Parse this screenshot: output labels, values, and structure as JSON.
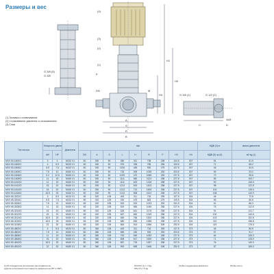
{
  "page": {
    "title": "Размеры и вес"
  },
  "drawing": {
    "dim_labels_main": [
      "(4)",
      "(3)",
      "(2)",
      "(1)",
      "H1",
      "H2",
      "H3",
      "G 3/8 (5)",
      "G 3/8",
      "DN",
      "M",
      "P",
      "A",
      "S",
      "R",
      "B",
      "C",
      "D"
    ],
    "side_labels": [
      "G 3/8 (1)",
      "G 1/2 (2)",
      "4xØ"
    ],
    "legend_lines": [
      "(1) Заливка и стравливание",
      "(2) Стравливание давления со всасыванием",
      "(3) Слив"
    ]
  },
  "table": {
    "headers": {
      "type": "Тип насоса",
      "power": "Мощность двигателя",
      "motor": "Двигатель",
      "mm": "мм",
      "mdv": "МДВ (3) кг",
      "weight": "масса двигателя",
      "kw": "kW",
      "hp": "HP",
      "dims": [
        "DN",
        "A",
        "S",
        "L",
        "H",
        "R",
        "P",
        "H3",
        "H4"
      ],
      "sub_mdv": "МДВ (5) чр (4)",
      "sub_w": "м3 kg (1)"
    },
    "rows": [
      [
        "MXV 50-1600/C",
        "3",
        "4",
        "M132 V1",
        "50",
        "300",
        "90",
        "350",
        "311",
        "738",
        "298",
        "104.5",
        "307",
        "54",
        "61.9"
      ],
      [
        "MXV 50-1800/C",
        "4",
        "5.5",
        "M132 V1",
        "50",
        "300",
        "90",
        "375",
        "336",
        "765",
        "256",
        "100.5",
        "307",
        "71",
        "65.2"
      ],
      [
        "MXV 50-1806/C",
        "5.5",
        "7.5",
        "M132 V1",
        "50",
        "300",
        "90",
        "1200",
        "459",
        "930",
        "279",
        "107.5",
        "307",
        "46",
        "64.5"
      ],
      [
        "MXV 50-1606/C",
        "7.5",
        "10",
        "M160 V1",
        "50",
        "300",
        "90",
        "733",
        "309",
        "1039",
        "253",
        "203.5",
        "307",
        "69",
        "93.2"
      ],
      [
        "MXV 50-1606/D",
        "9.2",
        "12.5",
        "M160 V1",
        "50",
        "300",
        "90",
        "1020",
        "470",
        "1069",
        "253",
        "227.5",
        "307",
        "73",
        "95.6"
      ],
      [
        "MXV 50-1608/D",
        "11",
        "15",
        "M160 V1",
        "50",
        "300",
        "90",
        "1111",
        "560",
        "1123",
        "258",
        "227.5",
        "307",
        "85",
        "100.7"
      ],
      [
        "MXV 50-1610/D",
        "11",
        "15",
        "M160 V1",
        "50",
        "300",
        "90",
        "1111",
        "619",
        "1318",
        "258",
        "227.5",
        "307",
        "90",
        "106.3"
      ],
      [
        "MXV 50-1612/D",
        "15",
        "20",
        "M160 V1",
        "50",
        "300",
        "90",
        "1212",
        "619",
        "1403",
        "258",
        "227.5",
        "307",
        "98",
        "122.8"
      ],
      [
        "MXV 50-1614/D",
        "15",
        "20",
        "M160 V1",
        "50",
        "300",
        "90",
        "1212",
        "713",
        "1509",
        "258",
        "227.5",
        "307",
        "100",
        "128.0"
      ],
      [
        "MXV 50-1616/D",
        "18.5",
        "25",
        "M160 V1",
        "50",
        "300",
        "90",
        "1212",
        "808",
        "1612",
        "258",
        "227.5",
        "307",
        "108",
        "140.9"
      ],
      [
        "MXV 65-3202/C",
        "3",
        "5.5",
        "M132 V1",
        "65",
        "320",
        "105",
        "400",
        "311",
        "718",
        "259",
        "107.5",
        "304",
        "46",
        "72.8"
      ],
      [
        "MXV 65-3204/C",
        "5.5",
        "7.5",
        "M132 V1",
        "65",
        "320",
        "105",
        "492",
        "475",
        "883",
        "279",
        "100.5",
        "304",
        "55",
        "80.8"
      ],
      [
        "MXV 65-3206/C",
        "7.5",
        "10",
        "M160 V1",
        "65",
        "320",
        "105",
        "519",
        "519",
        "1023",
        "253",
        "201.5",
        "304",
        "61",
        "86.3"
      ],
      [
        "MXV 65-3208/D",
        "11",
        "15",
        "M160 V1",
        "65",
        "320",
        "105",
        "519",
        "584",
        "1045",
        "258",
        "227.5",
        "304",
        "75",
        "112.5"
      ],
      [
        "MXV 65-3210/D",
        "15",
        "20",
        "M160 V1",
        "65",
        "320",
        "105",
        "625",
        "641",
        "1175",
        "258",
        "227.5",
        "304",
        "91",
        "121.7"
      ],
      [
        "MXV 65-3212/D",
        "15",
        "20",
        "M160 V1",
        "65",
        "320",
        "105",
        "667",
        "662",
        "1249",
        "258",
        "227.5",
        "304",
        "100",
        "140.6"
      ],
      [
        "MXV 65-3214/D",
        "18.5",
        "25",
        "M160 V1",
        "65",
        "320",
        "105",
        "660",
        "766",
        "1302",
        "258",
        "227.5",
        "304",
        "103",
        "151.8"
      ],
      [
        "MXV 65-3216/D",
        "18.5",
        "25",
        "M160 V1",
        "65",
        "320",
        "105",
        "680",
        "830",
        "1385",
        "258",
        "227.5",
        "304",
        "110",
        "156.8"
      ],
      [
        "MXV 65-3218/D",
        "22",
        "30",
        "M180 V1",
        "65",
        "320",
        "105",
        "800",
        "914",
        "1566",
        "308",
        "252.5",
        "304",
        "119",
        "176.3"
      ],
      [
        "MXV 80-4802/C",
        "4",
        "5.5",
        "M132 V1",
        "80",
        "360",
        "105",
        "400",
        "311",
        "718",
        "259",
        "107.5",
        "373",
        "46",
        "80.5"
      ],
      [
        "MXV 80-4804/C",
        "7.5",
        "10",
        "M160 V1",
        "80",
        "360",
        "105",
        "550",
        "430",
        "933",
        "253",
        "203.5",
        "373",
        "57",
        "91.7"
      ],
      [
        "MXV 80-4806/C",
        "11",
        "15",
        "M160 V1",
        "80",
        "360",
        "105",
        "700",
        "549",
        "1052",
        "258",
        "227.5",
        "373",
        "64",
        "105.3"
      ],
      [
        "MXV 80-4808/D",
        "15",
        "20",
        "M160 V1",
        "80",
        "360",
        "105",
        "808",
        "617",
        "1159",
        "258",
        "227.5",
        "373",
        "71",
        "125.0"
      ],
      [
        "MXV 80-4810/D",
        "18.5",
        "25",
        "M160 V1",
        "80",
        "360",
        "105",
        "867",
        "733",
        "1287",
        "258",
        "227.5",
        "373",
        "76",
        "140.0"
      ],
      [
        "MXV 80-4812/D",
        "22",
        "30",
        "M180 V1",
        "80",
        "360",
        "105",
        "900",
        "848",
        "1466",
        "308",
        "252.5",
        "373",
        "87",
        "165.0"
      ]
    ],
    "group_breaks": [
      10,
      19
    ]
  },
  "footnotes": {
    "left": [
      "(1) В стандартном исполнении насос/двигатель",
      "(другие исполнения при повороте двигателя на 90° и 180°)"
    ],
    "mid": [
      "50 MXV (L) = 3 kg",
      "65V (H) = 5 kg"
    ],
    "right": [
      "(4) Без поддонника двигателя"
    ],
    "right2": [
      "(5) Без мото"
    ]
  }
}
